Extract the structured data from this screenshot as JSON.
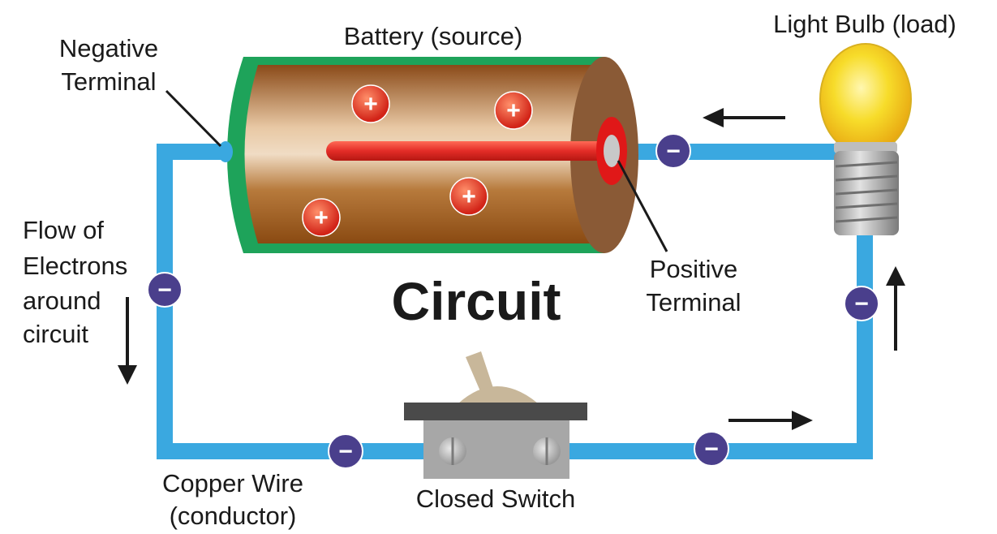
{
  "labels": {
    "battery": "Battery (source)",
    "negative_terminal": [
      "Negative",
      "Terminal"
    ],
    "positive_terminal": [
      "Positive",
      "Terminal"
    ],
    "light_bulb": "Light Bulb (load)",
    "flow": [
      "Flow of",
      "Electrons",
      "around",
      "circuit"
    ],
    "copper_wire": [
      "Copper Wire",
      "(conductor)"
    ],
    "closed_switch": "Closed Switch",
    "title": "Circuit"
  },
  "charges": {
    "proton_glyph": "+",
    "electron_glyph": "−"
  },
  "colors": {
    "wire": "#3aa8e0",
    "battery_body": "#a3612a",
    "battery_casing": "#1ea35a",
    "rod": "#e32c27",
    "bulb": "#f6d21a",
    "bulb_base": "#9a9a9a",
    "switch_body": "#a7a7a7",
    "switch_cap": "#4a4a4a",
    "switch_lever": "#c8b79a",
    "electron": "#4a3f8c",
    "proton": "#e0362a"
  }
}
